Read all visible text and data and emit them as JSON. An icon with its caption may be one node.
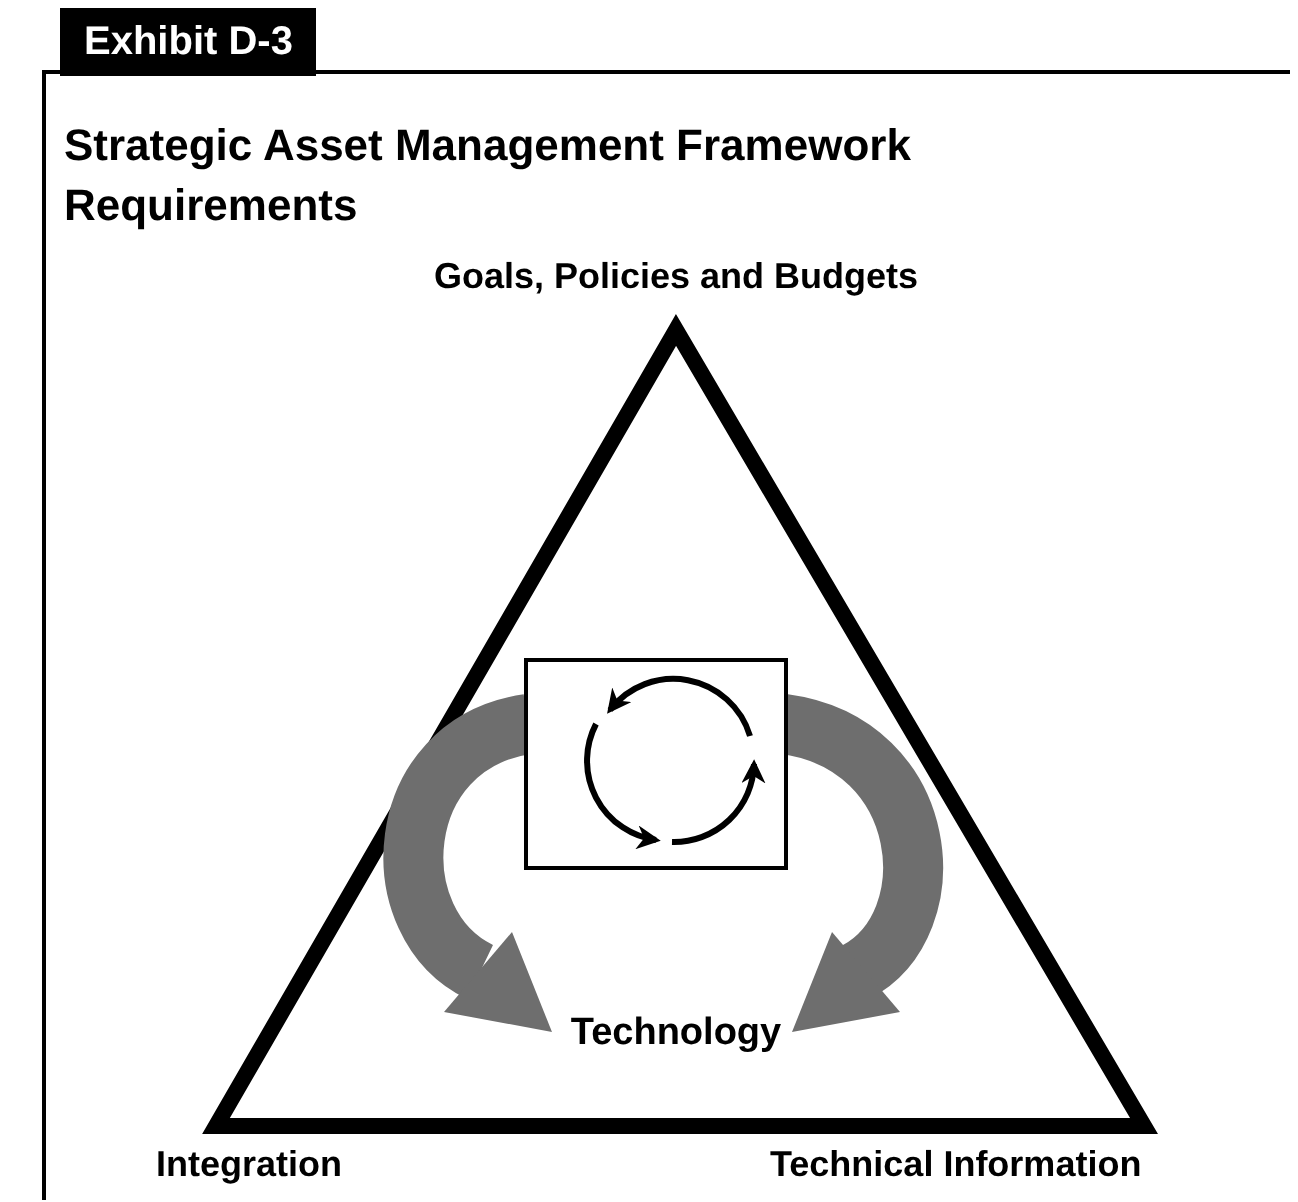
{
  "diagram": {
    "title": "Strategic Asset Management Framework Requirements",
    "labels": [
      "Exhibit D-3",
      "Goals, Policies and Budgets",
      "Technology",
      "Integration",
      "Technical Information"
    ]
  }
}
